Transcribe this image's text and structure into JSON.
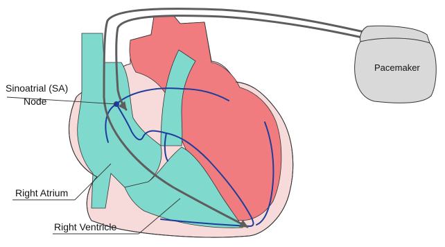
{
  "labels": {
    "pacemaker": "Pacemaker",
    "sa_node_line1": "Sinoatrial (SA)",
    "sa_node_line2": "Node",
    "right_atrium": "Right Atrium",
    "right_ventricle": "Right Ventricle"
  },
  "colors": {
    "heart_outer": "#F7DADA",
    "heart_red": "#F07C80",
    "heart_teal": "#7FD9CD",
    "wire": "#5D5D5D",
    "conduction": "#1E3C9A",
    "pacemaker_fill": "#D9D9D9",
    "outline": "#333333"
  }
}
